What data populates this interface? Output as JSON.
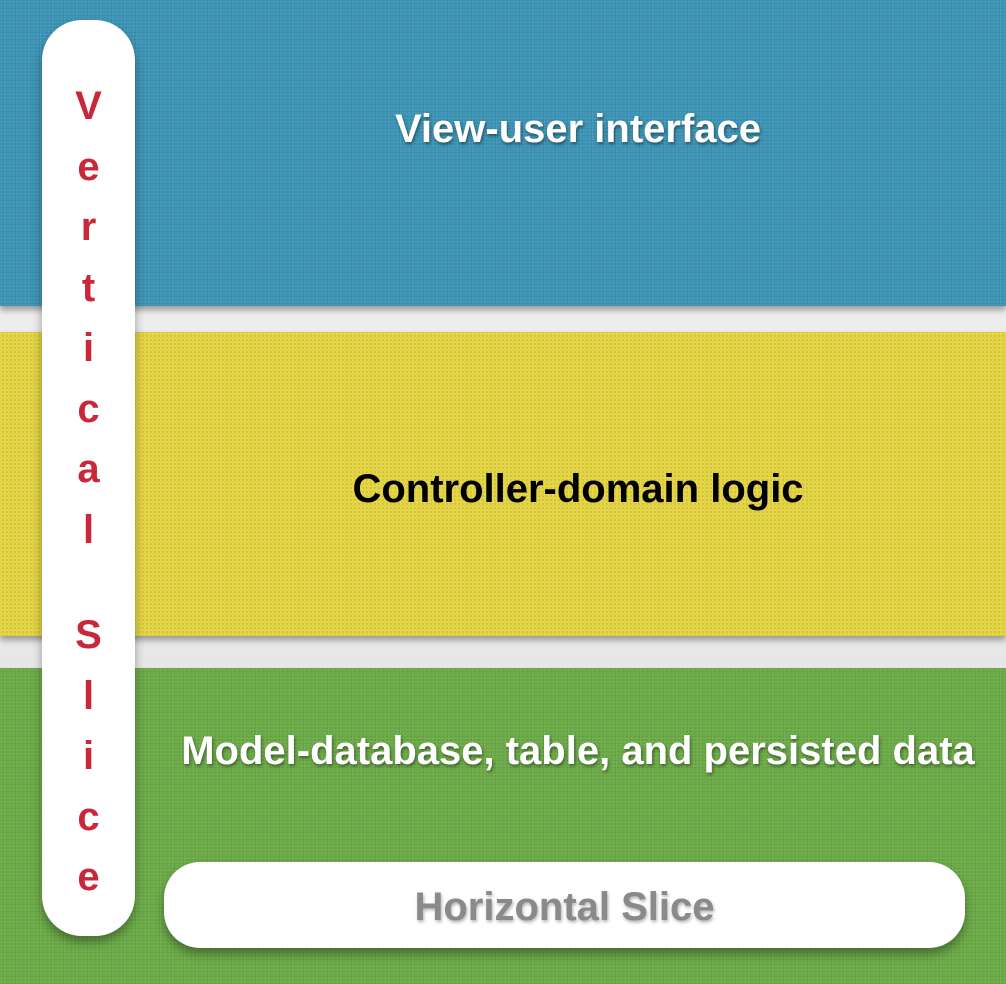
{
  "layers": {
    "view": {
      "label": "View-user interface",
      "color": "#3a93b4"
    },
    "controller": {
      "label": "Controller-domain logic",
      "color": "#e3d33f"
    },
    "model": {
      "label": "Model-database, table, and persisted data",
      "color": "#6aaa45"
    }
  },
  "vertical_slice": {
    "letters": [
      "V",
      "e",
      "r",
      "t",
      "i",
      "c",
      "a",
      "l",
      "S",
      "l",
      "i",
      "c",
      "e"
    ],
    "color": "#c8283a"
  },
  "horizontal_slice": {
    "label": "Horizontal Slice",
    "color": "#8a8a8a"
  }
}
